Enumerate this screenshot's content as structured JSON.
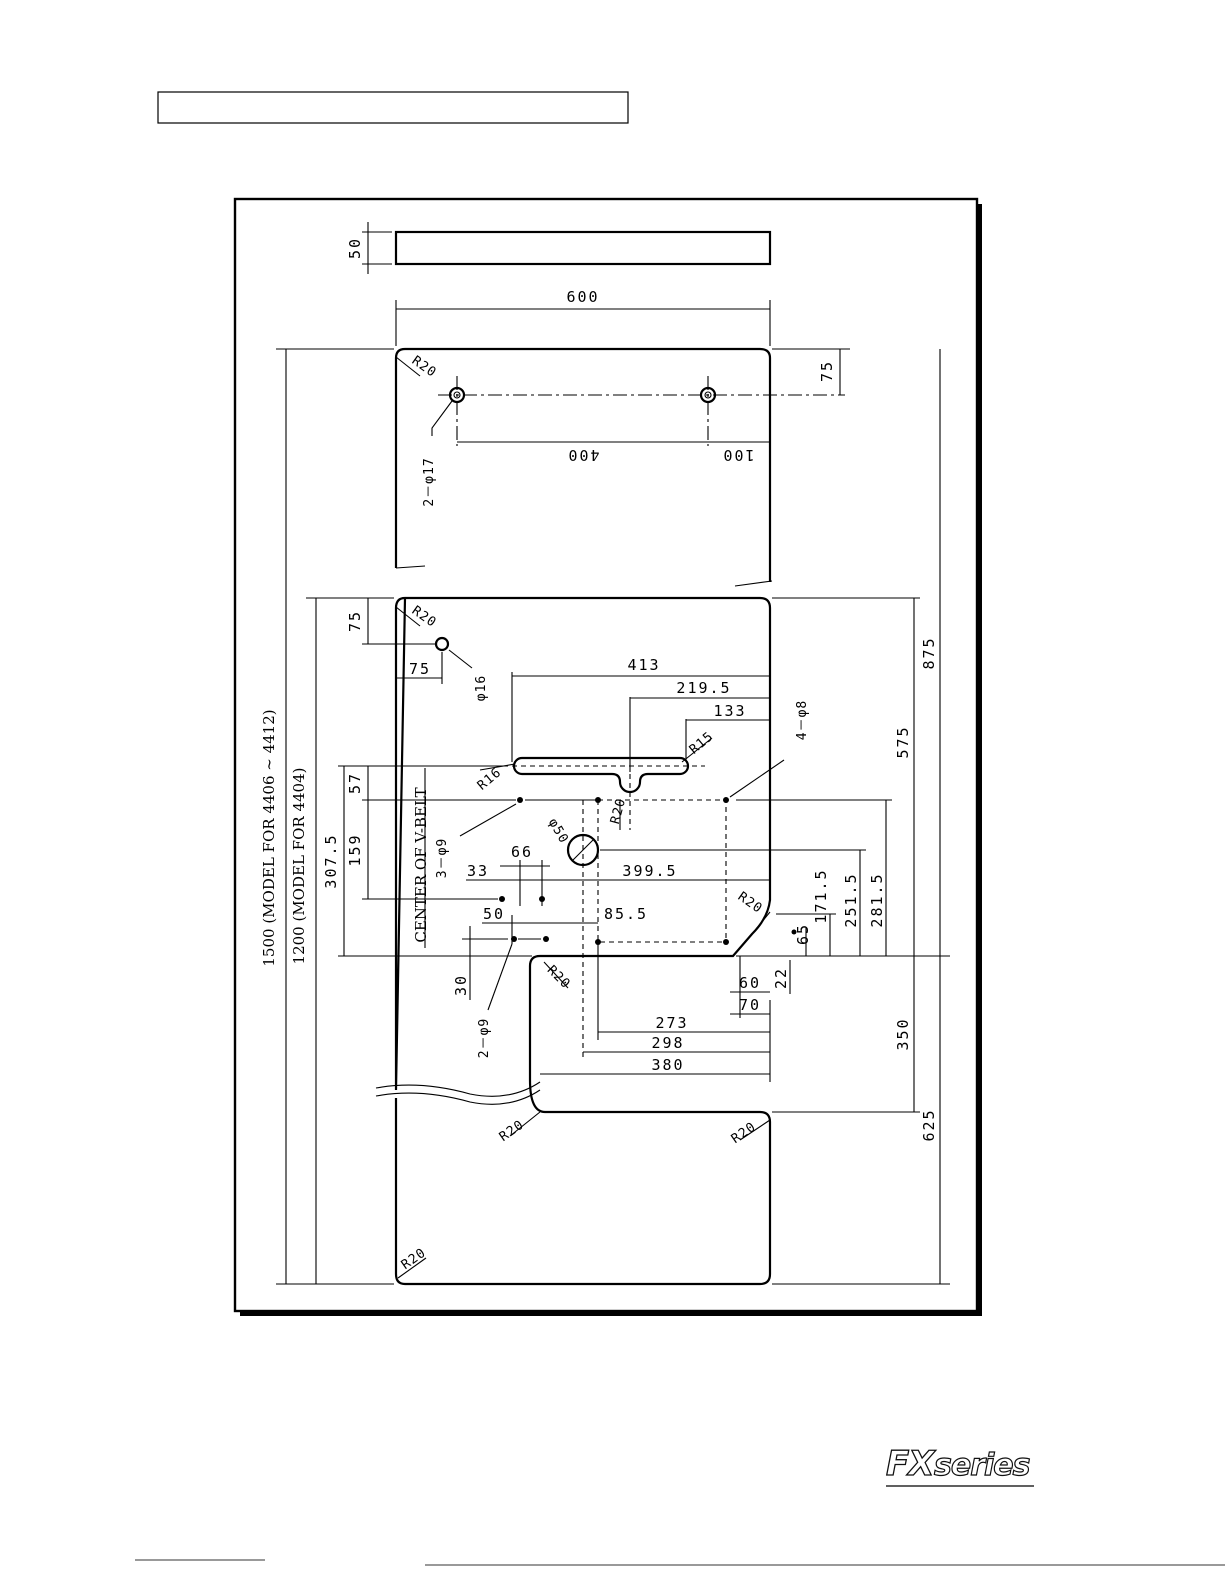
{
  "header": {
    "title_box_text": ""
  },
  "board": {
    "top_strip_thickness": "50",
    "top_width": "600",
    "top_edge_to_holes": "75",
    "hole_spacing": "400",
    "hole_right_offset": "100",
    "top_holes_label": "2－φ17",
    "upper_edge_to_hole": "75",
    "hole_left_offset": "75",
    "hole_16_label": "φ16",
    "slot_length": "413",
    "slot_mid": "219.5",
    "slot_right": "133",
    "r15_label": "R15",
    "r16_label": "R16",
    "four_holes_label": "4－φ8",
    "three_holes_label": "3－φ9",
    "belt_hole_label": "φ50",
    "r20_label": "R20",
    "d57": "57",
    "d159": "159",
    "d3075": "307.5",
    "d66": "66",
    "d33": "33",
    "d3995": "399.5",
    "d50": "50",
    "d855": "85.5",
    "d1715": "171.5",
    "d2515": "251.5",
    "d2815": "281.5",
    "d65": "65",
    "d22": "22",
    "d60": "60",
    "d70": "70",
    "d30": "30",
    "two_holes_label": "2－φ9",
    "d273": "273",
    "d298": "298",
    "d380": "380",
    "d875": "875",
    "d575": "575",
    "d350": "350",
    "d625": "625",
    "center_vbelt": "CENTER OF V-BELT",
    "model_1500": "1500 (MODEL FOR  4406 ~ 4412)",
    "model_1200": "1200 (MODEL FOR 4404)"
  },
  "logo": {
    "fx": "FX",
    "series": "series"
  }
}
